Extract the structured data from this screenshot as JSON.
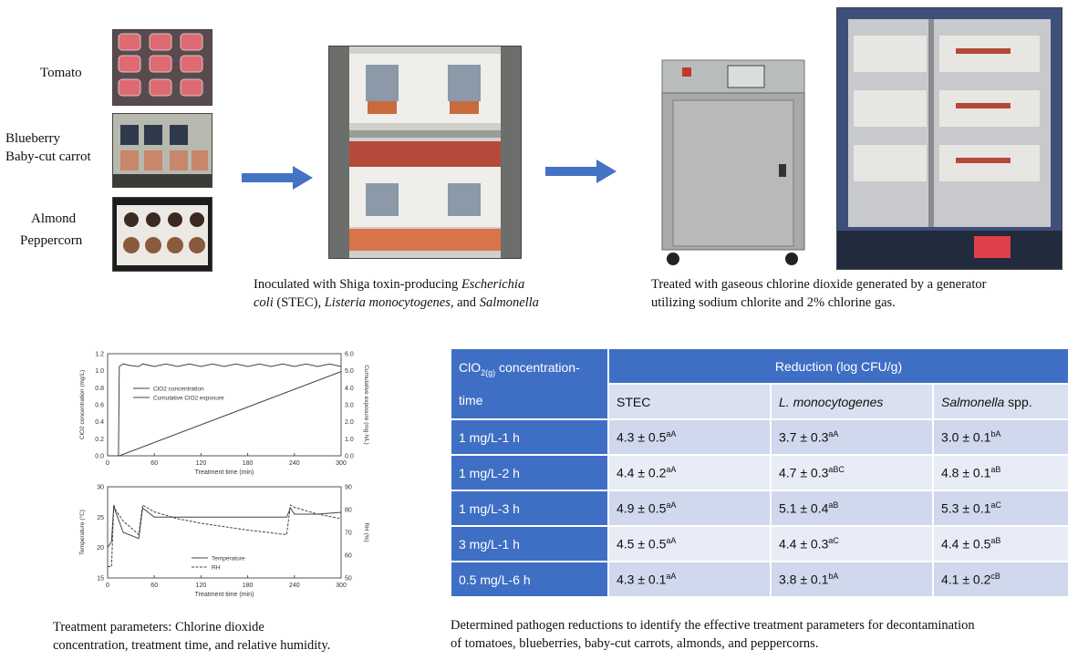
{
  "produce_labels": {
    "tomato": "Tomato",
    "blueberry": "Blueberry",
    "carrot": "Baby-cut carrot",
    "almond": "Almond",
    "peppercorn": "Peppercorn"
  },
  "step1_caption": {
    "line1_a": "Inoculated with Shiga toxin-producing ",
    "line1_b": "Escherichia",
    "line2_a": "coli",
    "line2_b": " (STEC), ",
    "line2_c": "Listeria monocytogenes",
    "line2_d": ", and ",
    "line2_e": "Salmonella"
  },
  "step2_caption": {
    "line1": "Treated with gaseous chlorine dioxide generated by a generator",
    "line2": "utilizing  sodium chlorite and 2% chlorine gas."
  },
  "step3_caption": {
    "line1": "Treatment parameters: Chlorine dioxide",
    "line2": "concentration, treatment time, and relative humidity."
  },
  "step4_caption": {
    "line1": "Determined pathogen reductions to identify the effective treatment parameters for decontamination",
    "line2": "of tomatoes, blueberries, baby-cut carrots, almonds, and peppercorns."
  },
  "colors": {
    "arrow": "#4472c4",
    "table_header": "#3f6fc4",
    "table_row_dark": "#cfd8ec",
    "table_row_light": "#e8ecf6"
  },
  "table": {
    "col1_header_main": "ClO",
    "col1_header_sub": "2(g)",
    "col1_header_rest": " concentration-",
    "col1_header_time": "time",
    "reduction_header": "Reduction (log CFU/g)",
    "sub_headers": [
      "STEC",
      "L. monocytogenes",
      "Salmonella"
    ],
    "salmonella_suffix": " spp.",
    "rows": [
      {
        "label": "1 mg/L-1 h",
        "cells": [
          [
            "4.3 ± 0.5",
            "aA"
          ],
          [
            "3.7 ± 0.3",
            "aA"
          ],
          [
            "3.0 ± 0.1",
            "bA"
          ]
        ]
      },
      {
        "label": "1 mg/L-2 h",
        "cells": [
          [
            "4.4 ± 0.2",
            "aA"
          ],
          [
            "4.7 ± 0.3",
            "aBC"
          ],
          [
            "4.8 ± 0.1",
            "aB"
          ]
        ]
      },
      {
        "label": "1 mg/L-3 h",
        "cells": [
          [
            "4.9 ± 0.5",
            "aA"
          ],
          [
            "5.1 ± 0.4",
            "aB"
          ],
          [
            "5.3 ± 0.1",
            "aC"
          ]
        ]
      },
      {
        "label": "3 mg/L-1 h",
        "cells": [
          [
            "4.5 ± 0.5",
            "aA"
          ],
          [
            "4.4 ± 0.3",
            "aC"
          ],
          [
            "4.4 ± 0.5",
            "aB"
          ]
        ]
      },
      {
        "label": "0.5 mg/L-6 h",
        "cells": [
          [
            "4.3 ± 0.1",
            "aA"
          ],
          [
            "3.8 ± 0.1",
            "bA"
          ],
          [
            "4.1 ± 0.2",
            "cB"
          ]
        ]
      }
    ]
  },
  "chart_data": [
    {
      "type": "line",
      "xlabel": "Treatment time (min)",
      "ylabel": "ClO2 concentration (mg/L)",
      "y2label": "Cumulative exposure (mg·h/L)",
      "xticks": [
        "0",
        "60",
        "120",
        "180",
        "240",
        "300"
      ],
      "yticks": [
        "0.0",
        "0.2",
        "0.4",
        "0.6",
        "0.8",
        "1.0",
        "1.2"
      ],
      "y2ticks": [
        "0.0",
        "1.0",
        "2.0",
        "3.0",
        "4.0",
        "5.0",
        "6.0"
      ],
      "xlim": [
        0,
        300
      ],
      "ylim": [
        0,
        1.2
      ],
      "y2lim": [
        0,
        6
      ],
      "legend": [
        "ClO2 concentration",
        "Cumulative ClO2 exposure"
      ],
      "series": [
        {
          "name": "ClO2 concentration",
          "axis": "left",
          "x": [
            0,
            14,
            15,
            20,
            30,
            40,
            45,
            60,
            75,
            90,
            105,
            120,
            135,
            150,
            165,
            180,
            195,
            210,
            225,
            240,
            255,
            270,
            285,
            300
          ],
          "y": [
            0,
            0,
            1.05,
            1.08,
            1.06,
            1.05,
            1.08,
            1.05,
            1.08,
            1.05,
            1.08,
            1.05,
            1.08,
            1.05,
            1.08,
            1.05,
            1.08,
            1.05,
            1.08,
            1.05,
            1.08,
            1.05,
            1.08,
            1.05
          ]
        },
        {
          "name": "Cumulative ClO2 exposure",
          "axis": "right",
          "x": [
            0,
            15,
            300
          ],
          "y": [
            0,
            0,
            4.95
          ]
        }
      ]
    },
    {
      "type": "line",
      "xlabel": "Treatment time (min)",
      "ylabel": "Temperature (°C)",
      "y2label": "RH (%)",
      "xticks": [
        "0",
        "60",
        "120",
        "180",
        "240",
        "300"
      ],
      "yticks": [
        "15",
        "20",
        "25",
        "30"
      ],
      "y2ticks": [
        "50",
        "60",
        "70",
        "80",
        "90"
      ],
      "xlim": [
        0,
        300
      ],
      "ylim": [
        15,
        30
      ],
      "y2lim": [
        50,
        90
      ],
      "legend": [
        "Temperature",
        "RH"
      ],
      "series": [
        {
          "name": "Temperature",
          "axis": "left",
          "x": [
            0,
            5,
            8,
            10,
            20,
            40,
            45,
            60,
            90,
            120,
            180,
            230,
            235,
            240,
            270,
            300
          ],
          "y": [
            20,
            21,
            27,
            26,
            22.5,
            21.5,
            26.5,
            25,
            25,
            25,
            25,
            25,
            26.5,
            25.5,
            25.5,
            25.8
          ]
        },
        {
          "name": "RH",
          "axis": "right",
          "x": [
            0,
            5,
            8,
            10,
            20,
            40,
            45,
            60,
            90,
            120,
            180,
            230,
            235,
            240,
            270,
            300
          ],
          "y": [
            55,
            55,
            82,
            80,
            75,
            69,
            82,
            79,
            76,
            74,
            71,
            69,
            82,
            81,
            78,
            76
          ]
        }
      ]
    }
  ]
}
